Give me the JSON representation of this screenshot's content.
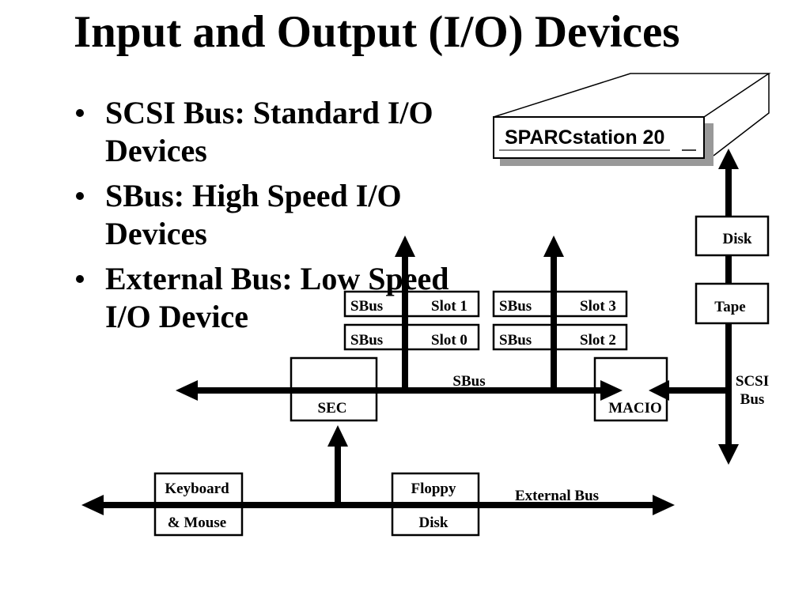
{
  "slide": {
    "title": "Input and Output (I/O) Devices",
    "bullets": [
      {
        "lines": [
          "SCSI Bus: Standard I/O",
          "Devices"
        ]
      },
      {
        "lines": [
          "SBus: High Speed I/O",
          "Devices"
        ]
      },
      {
        "lines": [
          "External Bus: Low Speed",
          "I/O Device"
        ]
      }
    ]
  },
  "diagram": {
    "workstation": {
      "label": "SPARCstation 20"
    },
    "scsi_bus": {
      "label_lines": [
        "SCSI",
        "Bus"
      ],
      "devices": [
        "Disk",
        "Tape"
      ]
    },
    "sbus": {
      "label": "SBus",
      "slots": [
        {
          "bus": "SBus",
          "slot": "Slot 1"
        },
        {
          "bus": "SBus",
          "slot": "Slot 0"
        },
        {
          "bus": "SBus",
          "slot": "Slot 3"
        },
        {
          "bus": "SBus",
          "slot": "Slot 2"
        }
      ]
    },
    "controllers": {
      "sec": "SEC",
      "macio": "MACIO"
    },
    "external_bus": {
      "label": "External Bus",
      "devices": [
        {
          "lines": [
            "Keyboard",
            "& Mouse"
          ]
        },
        {
          "lines": [
            "Floppy",
            "Disk"
          ]
        }
      ]
    }
  },
  "colors": {
    "ink": "#000000",
    "background": "#ffffff",
    "shadow": "#999999"
  }
}
